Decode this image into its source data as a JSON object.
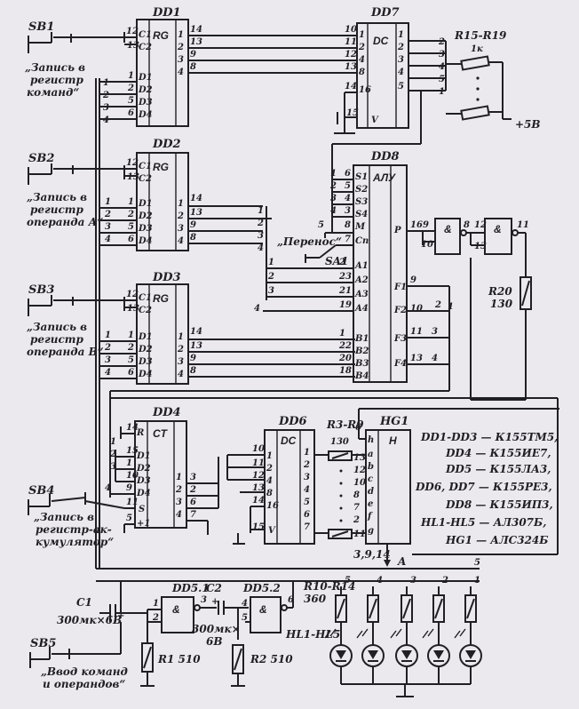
{
  "chips": {
    "dd1": "DD1",
    "dd2": "DD2",
    "dd3": "DD3",
    "dd4": "DD4",
    "dd6": "DD6",
    "dd7": "DD7",
    "dd8": "DD8",
    "dd51": "DD5.1",
    "dd52": "DD5.2",
    "hg1": "HG1",
    "rg": "RG",
    "dc": "DC",
    "ct": "CT",
    "alu": "АЛУ",
    "h": "H",
    "amp": "&"
  },
  "switches": {
    "sb1": "SB1",
    "sb1_l1": "„Запись в",
    "sb1_l2": "регистр",
    "sb1_l3": "команд“",
    "sb2": "SB2",
    "sb2_l1": "„Запись в",
    "sb2_l2": "регистр",
    "sb2_l3": "операнда А“",
    "sb3": "SB3",
    "sb3_l1": "„Запись в",
    "sb3_l2": "регистр",
    "sb3_l3": "операнда В“",
    "sb4": "SB4",
    "sb4_l1": "„Запись в",
    "sb4_l2": "регистр-ак-",
    "sb4_l3": "кумулятор“",
    "sb5": "SB5",
    "sb5_l1": "„Ввод команд",
    "sb5_l2": "и операндов“",
    "sa1": "SA1",
    "carry": "„Перенос“"
  },
  "components": {
    "r15_19": "R15-R19",
    "r15_val": "1к",
    "plus5v": "+5В",
    "r20": "R20",
    "r20_val": "130",
    "r3_9": "R3-R9",
    "r3_val": "130",
    "r10_14": "R10-R14",
    "r10_val": "360",
    "c1": "C1",
    "c1_val": "300мк×6В",
    "c2": "C2",
    "c2_val": "300мк×",
    "c2_val2": "6В",
    "r1": "R1 510",
    "r2": "R2 510",
    "hl": "HL1-HL5",
    "a_label": "A",
    "hg_pins": "3,9,14"
  },
  "legend": [
    "DD1-DD3 — К155ТМ5,",
    "DD4 — К155ИЕ7,",
    "DD5 — К155ЛА3,",
    "DD6, DD7 — К155РЕ3,",
    "DD8 — К155ИП3,",
    "HL1-HL5 — АЛ307Б,",
    "HG1 — АЛС324Б"
  ],
  "led_numbers": [
    "5",
    "4",
    "3",
    "2",
    "1"
  ],
  "bus_five": "5",
  "alu_pins": {
    "in_left": [
      "S1",
      "S2",
      "S3",
      "S4",
      "M",
      "Cn",
      "A1",
      "A2",
      "A3",
      "A4",
      "B1",
      "B2",
      "B3",
      "B4"
    ],
    "out_right": [
      "P",
      "F1",
      "F2",
      "F3",
      "F4"
    ]
  },
  "reg_pins": {
    "c1": "C1",
    "c2": "C2",
    "d1": "D1",
    "d2": "D2",
    "d3": "D3",
    "d4": "D4"
  },
  "ct_pins": {
    "r": "R",
    "s": "S",
    "plus1": "+1"
  },
  "dc_pins": {
    "v": "V"
  },
  "hg_seg": [
    "h",
    "a",
    "b",
    "c",
    "d",
    "e",
    "f",
    "g"
  ]
}
